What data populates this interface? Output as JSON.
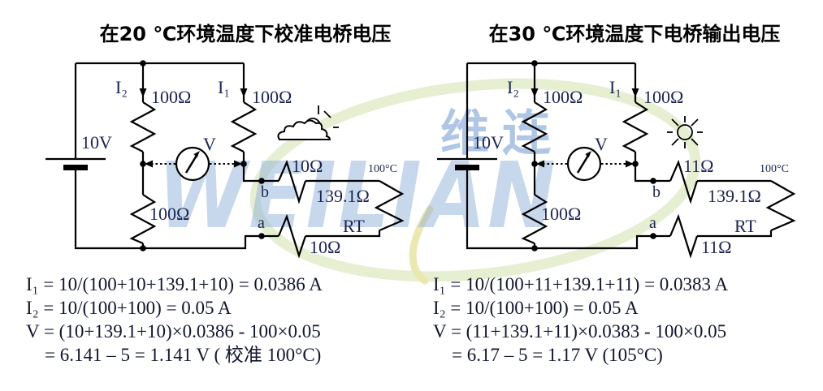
{
  "watermark": {
    "cn": "维连",
    "en": "WEILIAN"
  },
  "colors": {
    "wire": "#000000",
    "label_text": "#1b2452",
    "calc_text": "#10162e",
    "watermark_blue": "#8fb0d9",
    "watermark_cn_blue": "#5f8ecb",
    "watermark_green": "#e4edcd"
  },
  "circuits": [
    {
      "title": "在20 ℃环境温度下校准电桥电压",
      "source_voltage": "10V",
      "i2_label": "I₂",
      "i1_label": "I₁",
      "r_top_left": "100Ω",
      "r_top_right": "100Ω",
      "r_bottom_left": "100Ω",
      "meter_label": "V",
      "node_b": "b",
      "node_a": "a",
      "lead_resistor_top": "10Ω",
      "lead_resistor_bottom": "10Ω",
      "rt_value": "139.1Ω",
      "rt_name": "RT",
      "rt_temp": "100°C",
      "calc_lines": [
        "I₁ = 10/(100+10+139.1+10) = 0.0386 A",
        "I₂ = 10/(100+100) = 0.05 A",
        "V = (10+139.1+10)×0.0386 - 100×0.05",
        "    = 6.141 – 5 = 1.141 V ( 校准 100°C)"
      ]
    },
    {
      "title": "在30 ℃环境温度下电桥输出电压",
      "source_voltage": "10V",
      "i2_label": "I₂",
      "i1_label": "I₁",
      "r_top_left": "100Ω",
      "r_top_right": "100Ω",
      "r_bottom_left": "100Ω",
      "meter_label": "V",
      "node_b": "b",
      "node_a": "a",
      "lead_resistor_top": "11Ω",
      "lead_resistor_bottom": "11Ω",
      "rt_value": "139.1Ω",
      "rt_name": "RT",
      "rt_temp": "100°C",
      "calc_lines": [
        "I₁ = 10/(100+11+139.1+11) = 0.0383 A",
        "I₂ = 10/(100+100) = 0.05 A",
        "V = (11+139.1+11)×0.0383 - 100×0.05",
        "    = 6.17 – 5 = 1.17 V (105°C)"
      ]
    }
  ]
}
